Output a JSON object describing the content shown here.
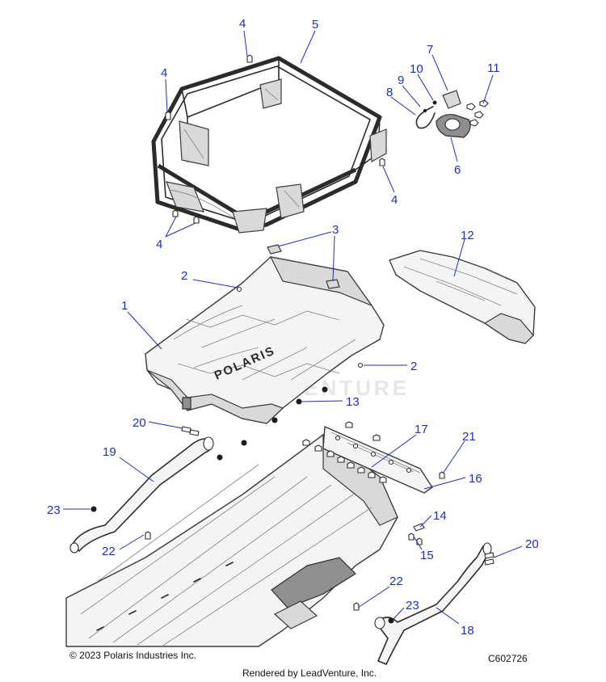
{
  "callouts": [
    {
      "id": "c4a",
      "label": "4"
    },
    {
      "id": "c5",
      "label": "5"
    },
    {
      "id": "c4b",
      "label": "4"
    },
    {
      "id": "c7",
      "label": "7"
    },
    {
      "id": "c11",
      "label": "11"
    },
    {
      "id": "c10",
      "label": "10"
    },
    {
      "id": "c9",
      "label": "9"
    },
    {
      "id": "c8",
      "label": "8"
    },
    {
      "id": "c6",
      "label": "6"
    },
    {
      "id": "c4c",
      "label": "4"
    },
    {
      "id": "c4d",
      "label": "4"
    },
    {
      "id": "c3",
      "label": "3"
    },
    {
      "id": "c12",
      "label": "12"
    },
    {
      "id": "c2a",
      "label": "2"
    },
    {
      "id": "c1",
      "label": "1"
    },
    {
      "id": "c2b",
      "label": "2"
    },
    {
      "id": "c13",
      "label": "13"
    },
    {
      "id": "c20a",
      "label": "20"
    },
    {
      "id": "c17",
      "label": "17"
    },
    {
      "id": "c21",
      "label": "21"
    },
    {
      "id": "c19",
      "label": "19"
    },
    {
      "id": "c16",
      "label": "16"
    },
    {
      "id": "c23a",
      "label": "23"
    },
    {
      "id": "c14",
      "label": "14"
    },
    {
      "id": "c22a",
      "label": "22"
    },
    {
      "id": "c15",
      "label": "15"
    },
    {
      "id": "c20b",
      "label": "20"
    },
    {
      "id": "c22b",
      "label": "22"
    },
    {
      "id": "c23b",
      "label": "23"
    },
    {
      "id": "c18",
      "label": "18"
    }
  ],
  "bed_emboss_text": "POLARIS",
  "watermark_text": "LEADVENTURE",
  "footer": {
    "copyright": "© 2023 Polaris Industries Inc.",
    "diagram_code": "C602726",
    "rendered_by": "Rendered by LeadVenture, Inc."
  },
  "colors": {
    "callout": "#1f2fbf",
    "line_art": "#2b2b2b",
    "watermark": "#e6e6e6"
  }
}
